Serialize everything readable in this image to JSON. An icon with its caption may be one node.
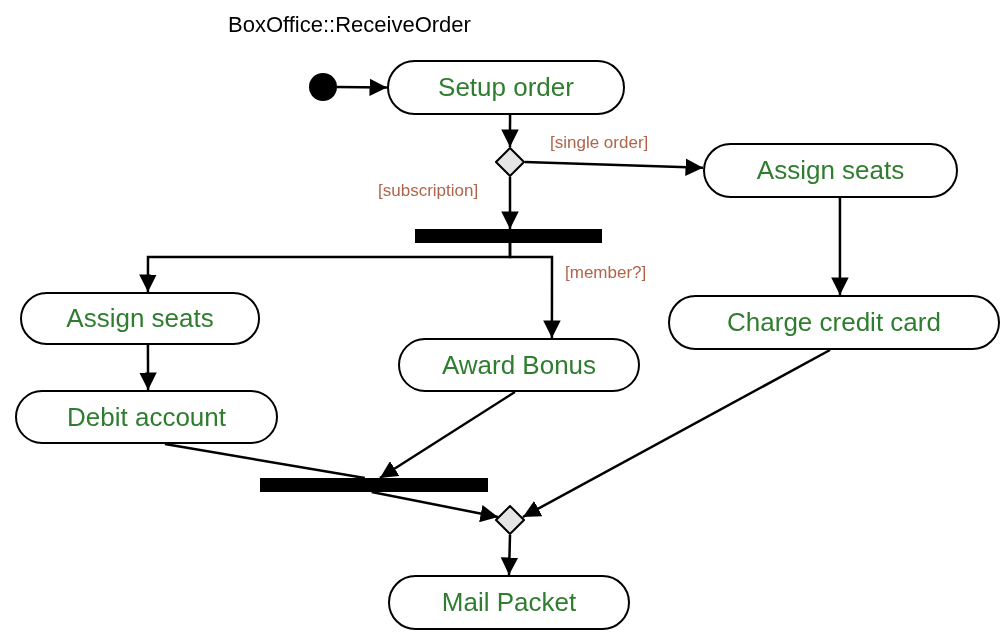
{
  "diagram": {
    "title": "BoxOffice::ReceiveOrder",
    "nodes": [
      {
        "text": [],
        "shape": "circle"
      },
      {
        "text": [
          "Setup order"
        ]
      },
      {
        "text": [],
        "shape": "diamond"
      },
      {
        "text": [
          "Assign seats"
        ]
      },
      {
        "text": [],
        "shape": "bar"
      },
      {
        "text": [
          "Assign seats"
        ]
      },
      {
        "text": [
          "Award Bonus"
        ]
      },
      {
        "text": [
          "Charge credit card"
        ]
      },
      {
        "text": [
          "Debit account"
        ]
      },
      {
        "text": [],
        "shape": "bar"
      },
      {
        "text": [],
        "shape": "diamond"
      },
      {
        "text": [
          "Mail Packet"
        ]
      }
    ],
    "edges": [
      {
        "from": 0,
        "to": 1,
        "arrow": "to"
      },
      {
        "from": 1,
        "to": 2,
        "arrow": "to"
      },
      {
        "from": 2,
        "to": 3,
        "arrow": "to",
        "label": "[single order]"
      },
      {
        "from": 2,
        "to": 4,
        "arrow": "to",
        "label": "[subscription]"
      },
      {
        "from": 4,
        "to": 5,
        "arrow": "to"
      },
      {
        "from": 4,
        "to": 6,
        "arrow": "to",
        "label": "[member?]"
      },
      {
        "from": 3,
        "to": 7,
        "arrow": "to"
      },
      {
        "from": 5,
        "to": 8,
        "arrow": "to"
      },
      {
        "from": 8,
        "to": 9,
        "arrow": "none"
      },
      {
        "from": 6,
        "to": 9,
        "arrow": "to"
      },
      {
        "from": 9,
        "to": 10,
        "arrow": "to"
      },
      {
        "from": 7,
        "to": 10,
        "arrow": "to"
      },
      {
        "from": 10,
        "to": 11,
        "arrow": "to"
      }
    ]
  }
}
